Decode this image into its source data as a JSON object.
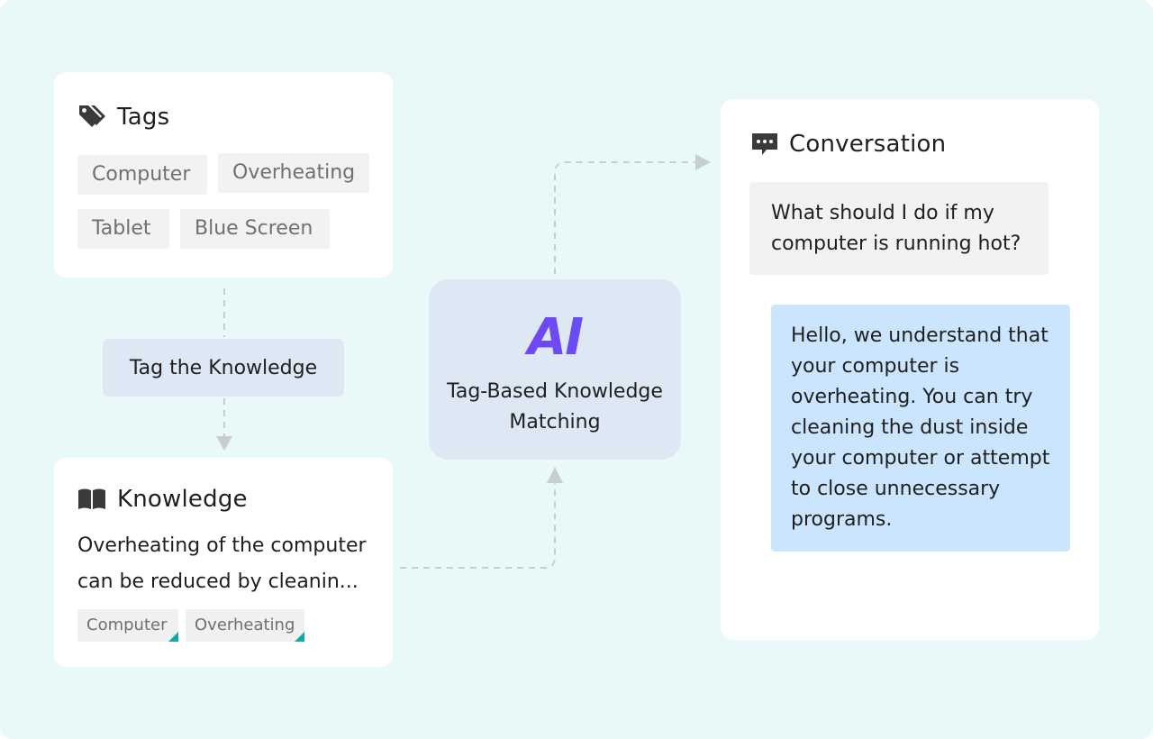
{
  "tags_card": {
    "title": "Tags",
    "icon": "tags-icon",
    "tags": [
      "Computer",
      "Overheating",
      "Tablet",
      "Blue Screen"
    ]
  },
  "step": {
    "label": "Tag the Knowledge"
  },
  "knowledge_card": {
    "title": "Knowledge",
    "icon": "book-icon",
    "text": "Overheating of the computer can be reduced  by cleanin...",
    "tags": [
      "Computer",
      "Overheating"
    ]
  },
  "ai_box": {
    "logo": "AI",
    "label": "Tag-Based Knowledge Matching"
  },
  "conversation_card": {
    "title": "Conversation",
    "icon": "chat-icon",
    "user_message": "What should I do if my computer is running hot?",
    "bot_message": "Hello, we understand that your computer is overheating. You can try cleaning the dust inside your computer or attempt to close unnecessary programs."
  },
  "colors": {
    "background": "#e9f8f8",
    "card": "#ffffff",
    "step_box": "#dde8f4",
    "bot_bubble": "#cce5fe",
    "user_bubble": "#f2f2f2",
    "tag_corner": "#12a9ad",
    "ai_gradient_start": "#7d3ff2",
    "ai_gradient_end": "#5a63f4",
    "connector": "#c8cdd2"
  }
}
